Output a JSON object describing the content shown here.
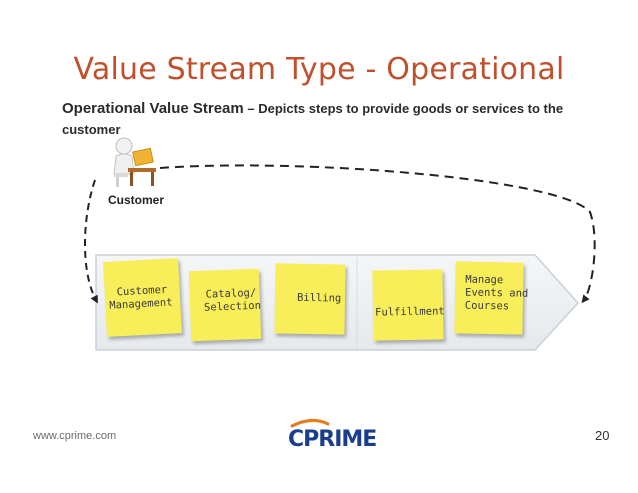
{
  "slide": {
    "title": "Value Stream Type - Operational",
    "subtitle_lead": "Operational Value Stream",
    "subtitle_rest": " – Depicts steps to provide goods or services to the customer"
  },
  "customer": {
    "label": "Customer"
  },
  "stream": {
    "notes": [
      {
        "line1": "Customer",
        "line2": "Management"
      },
      {
        "line1": "Catalog/",
        "line2": "Selection"
      },
      {
        "line1": "Billing"
      },
      {
        "line1": "Fulfillment"
      },
      {
        "line1": "Manage",
        "line2": "Events and",
        "line3": "Courses"
      }
    ]
  },
  "footer": {
    "url": "www.cprime.com",
    "logo_text": "CPRIME",
    "page_number": "20"
  },
  "colors": {
    "title": "#c0502c",
    "sticky_note": "#f7ee5a",
    "logo_blue": "#1b3e8c",
    "logo_orange": "#e87a1e"
  }
}
